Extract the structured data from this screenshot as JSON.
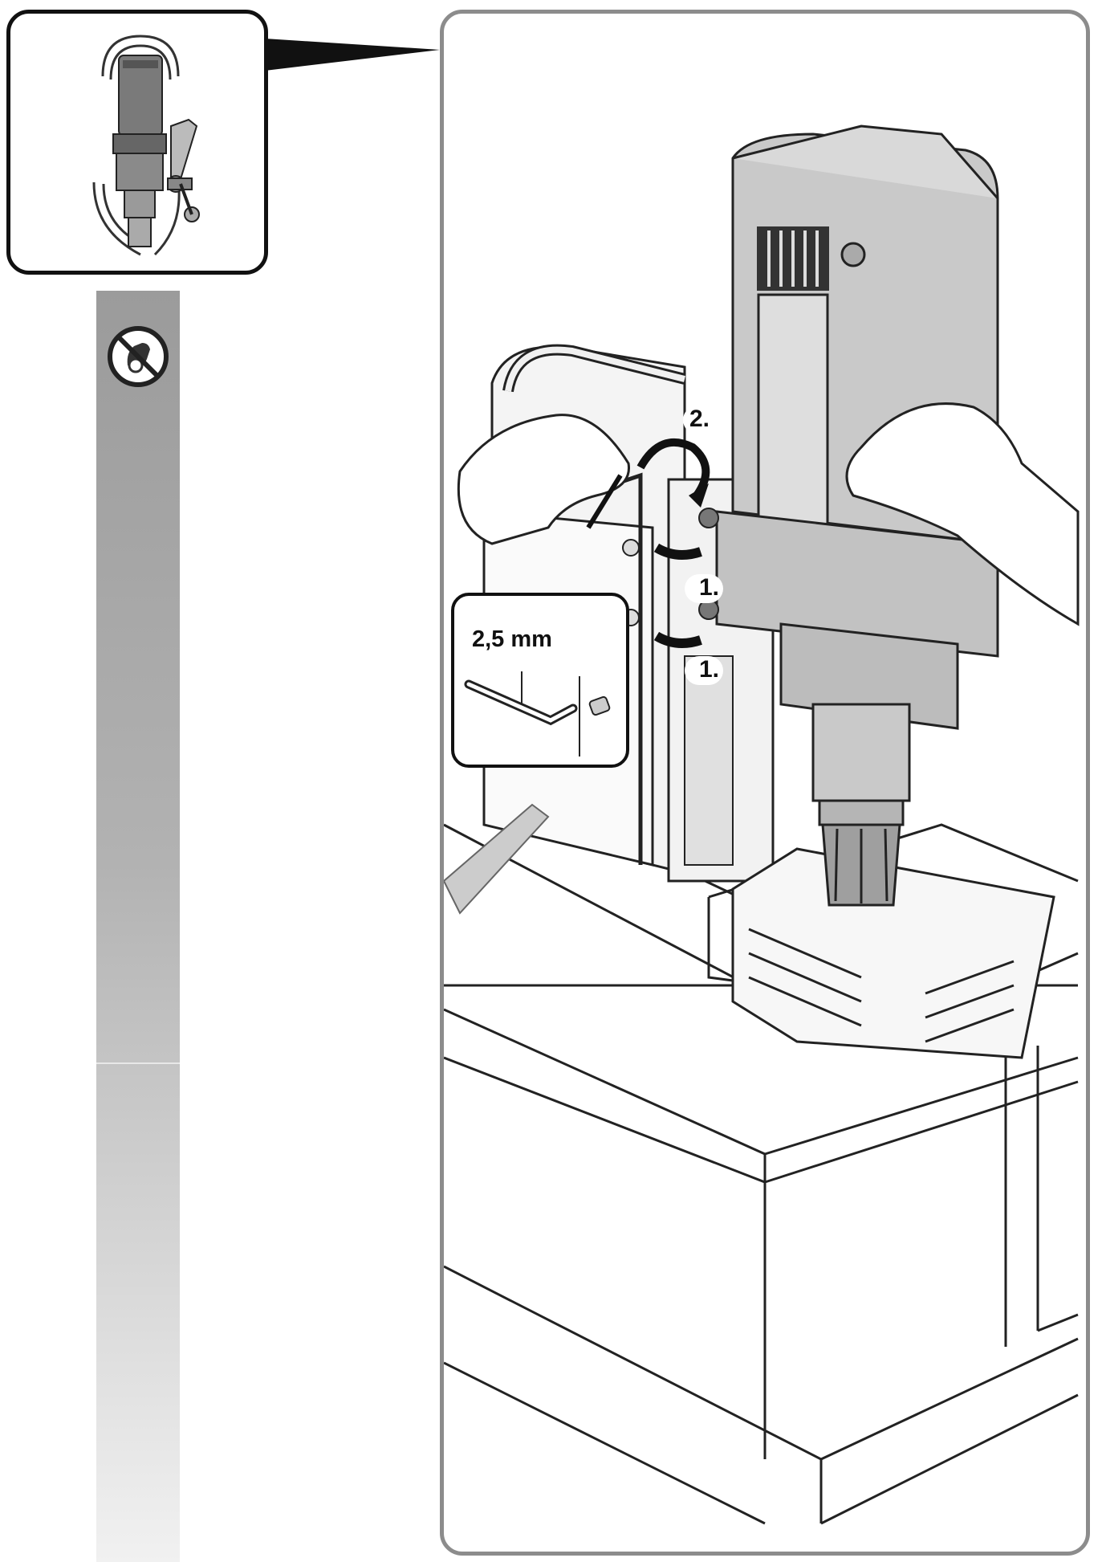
{
  "main_illustration": {
    "step_rotate": "2.",
    "step_loosen_upper": "1.",
    "step_loosen_lower": "1."
  },
  "detail_callout": {
    "label": "2,5 mm"
  },
  "icons": {
    "warning": "no-hand-contact-icon"
  },
  "colors": {
    "frame": "#8c8c8c",
    "strip": "#a8a8a8",
    "ink": "#111111"
  }
}
